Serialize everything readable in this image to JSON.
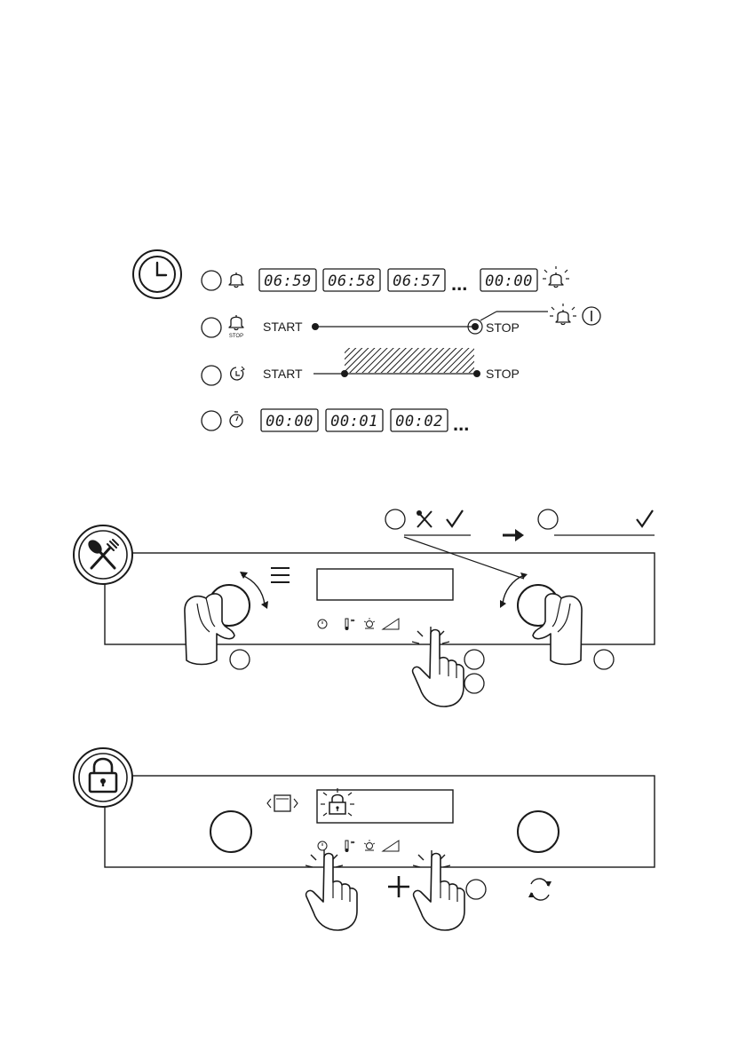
{
  "timer_section": {
    "icon": "clock-icon",
    "rows": [
      {
        "icon": "bell-icon",
        "displays": [
          "06:59",
          "06:58",
          "06:57",
          "00:00"
        ],
        "ellipsis": "...",
        "end_icon": "ringing-bell-icon"
      },
      {
        "icon": "bell-stop-icon",
        "icon_caption": "STOP",
        "start_label": "START",
        "stop_label": "STOP",
        "end_icons": [
          "ringing-bell-icon",
          "power-icon"
        ]
      },
      {
        "icon": "delayed-start-icon",
        "start_label": "START",
        "stop_label": "STOP"
      },
      {
        "icon": "stopwatch-icon",
        "displays": [
          "00:00",
          "00:01",
          "00:02"
        ],
        "ellipsis": "..."
      }
    ]
  },
  "cooking_section": {
    "icon": "spoon-fork-icon",
    "menu_icon": "menu-lines-icon",
    "display_icons": [
      "timer-icon",
      "temperature-icon",
      "lamp-icon",
      "volume-icon"
    ],
    "confirm_icons": [
      "spoon-fork-icon",
      "checkmark-icon",
      "arrow-right-icon",
      "checkmark-icon"
    ]
  },
  "lock_section": {
    "icon": "padlock-icon",
    "display_icon": "blinking-lock-icon",
    "oven_icon": "oven-select-icon",
    "display_icons": [
      "timer-icon",
      "temperature-icon",
      "lamp-icon",
      "volume-icon"
    ],
    "plus_icon": "plus-icon",
    "end_icon": "refresh-icon"
  }
}
